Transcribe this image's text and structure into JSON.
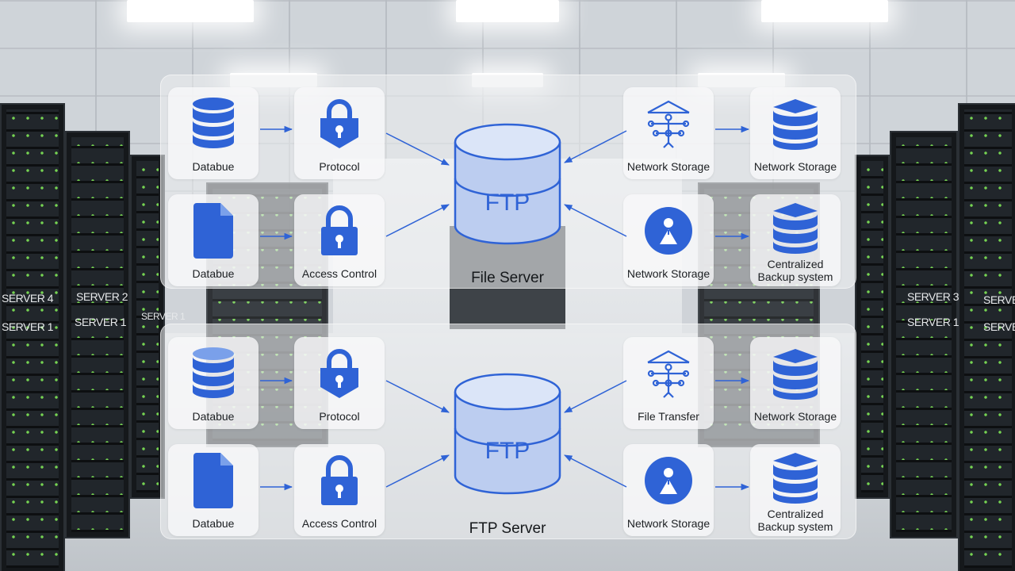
{
  "colors": {
    "accent": "#2f63d6",
    "accent_light": "#a9c0ee",
    "text": "#1c1f22"
  },
  "background": {
    "rack_labels": [
      "SERVER 4",
      "SERVER 1",
      "SERVER 2",
      "SERVER 1",
      "SERVER 1",
      "SERVER 3",
      "SERVER 1",
      "SERVER",
      "SERVER"
    ]
  },
  "diagram": {
    "top": {
      "cards": [
        {
          "label": "Databue",
          "icon": "database-icon"
        },
        {
          "label": "Protocol",
          "icon": "lock-icon"
        },
        {
          "label": "Databue",
          "icon": "file-icon"
        },
        {
          "label": "Access Control",
          "icon": "lock-icon"
        },
        {
          "label": "Network Storage",
          "icon": "network-icon"
        },
        {
          "label": "Network Storage",
          "icon": "storage-icon"
        },
        {
          "label": "Network Storage",
          "icon": "user-icon"
        },
        {
          "label_line1": "Centralized",
          "label_line2": "Backup system",
          "icon": "storage-icon"
        }
      ],
      "server_text": "FTP",
      "server_label": "File Server"
    },
    "bottom": {
      "cards": [
        {
          "label": "Databue",
          "icon": "database-icon"
        },
        {
          "label": "Protocol",
          "icon": "lock-icon"
        },
        {
          "label": "Databue",
          "icon": "file-icon"
        },
        {
          "label": "Access Control",
          "icon": "lock-icon"
        },
        {
          "label": "File Transfer",
          "icon": "network-icon"
        },
        {
          "label": "Network Storage",
          "icon": "storage-icon"
        },
        {
          "label": "Network Storage",
          "icon": "user-icon"
        },
        {
          "label_line1": "Centralized",
          "label_line2": "Backup system",
          "icon": "storage-icon"
        }
      ],
      "server_text": "FTP",
      "server_label": "FTP Server"
    }
  }
}
